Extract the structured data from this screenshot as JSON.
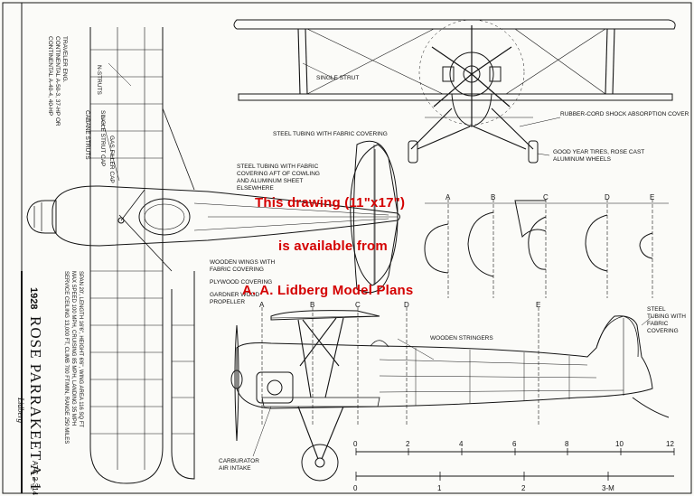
{
  "overlay": {
    "line1": "This drawing (11\"x17\")",
    "line2": "is available from",
    "line3": "A. A. Lidberg Model Plans"
  },
  "title_block": {
    "year": "1928",
    "title": "ROSE PARRAKEET A-1",
    "atc": "ATC 2-314"
  },
  "engines_note": [
    "TRAVELER ENG.",
    "CONTINENTAL A-50-3, 37-HP OR",
    "CONTINENTAL A-40-4, 40-HP"
  ],
  "specs_note": [
    "SPAN 20', LENGTH 16'6\", HEIGHT 6'6\", WING AREA 116 SQ FT",
    "MAX SPEED 100 MPH, CRUISING 85 MPH, LANDING 35 MPH",
    "SERVICE CEILING 13,000 FT, CLIMB 700 FT/MIN, RANGE 250 MILES"
  ],
  "labels": {
    "n_struts": "N-STRUTS",
    "single_strut_cap": "SINGLE STRUT CAP",
    "gas_filler_cap": "GAS FILLER CAP",
    "cabane_struts": "CABANE STRUTS",
    "single_strut": "SINGLE STRUT",
    "steel_fabric": "STEEL TUBING WITH FABRIC COVERING",
    "steel_fabric_aft_1": "STEEL TUBING WITH FABRIC",
    "steel_fabric_aft_2": "COVERING AFT OF COWLING",
    "steel_fabric_aft_3": "AND ALUMINUM SHEET",
    "steel_fabric_aft_4": "ELSEWHERE",
    "rubber_cord": "RUBBER-CORD SHOCK ABSORPTION COVER",
    "goodyear_1": "GOOD YEAR TIRES, ROSE CAST",
    "goodyear_2": "ALUMINUM WHEELS",
    "wooden_wings_1": "WOODEN WINGS WITH",
    "wooden_wings_2": "FABRIC COVERING",
    "plywood": "PLYWOOD COVERING",
    "propeller_1": "GARDNER WOOD",
    "propeller_2": "PROPELLER",
    "wooden_stringers": "WOODEN STRINGERS",
    "steel_tail_1": "STEEL",
    "steel_tail_2": "TUBING WITH",
    "steel_tail_3": "FABRIC",
    "steel_tail_4": "COVERING",
    "carb_1": "CARBURATOR",
    "carb_2": "AIR INTAKE"
  },
  "section_letters": [
    "A",
    "B",
    "C",
    "D",
    "E"
  ],
  "scale_top": [
    "0",
    "2",
    "4",
    "6",
    "8",
    "10",
    "12"
  ],
  "scale_bottom": [
    "0",
    "1",
    "2",
    "3-M"
  ],
  "signature": "Lidberg"
}
